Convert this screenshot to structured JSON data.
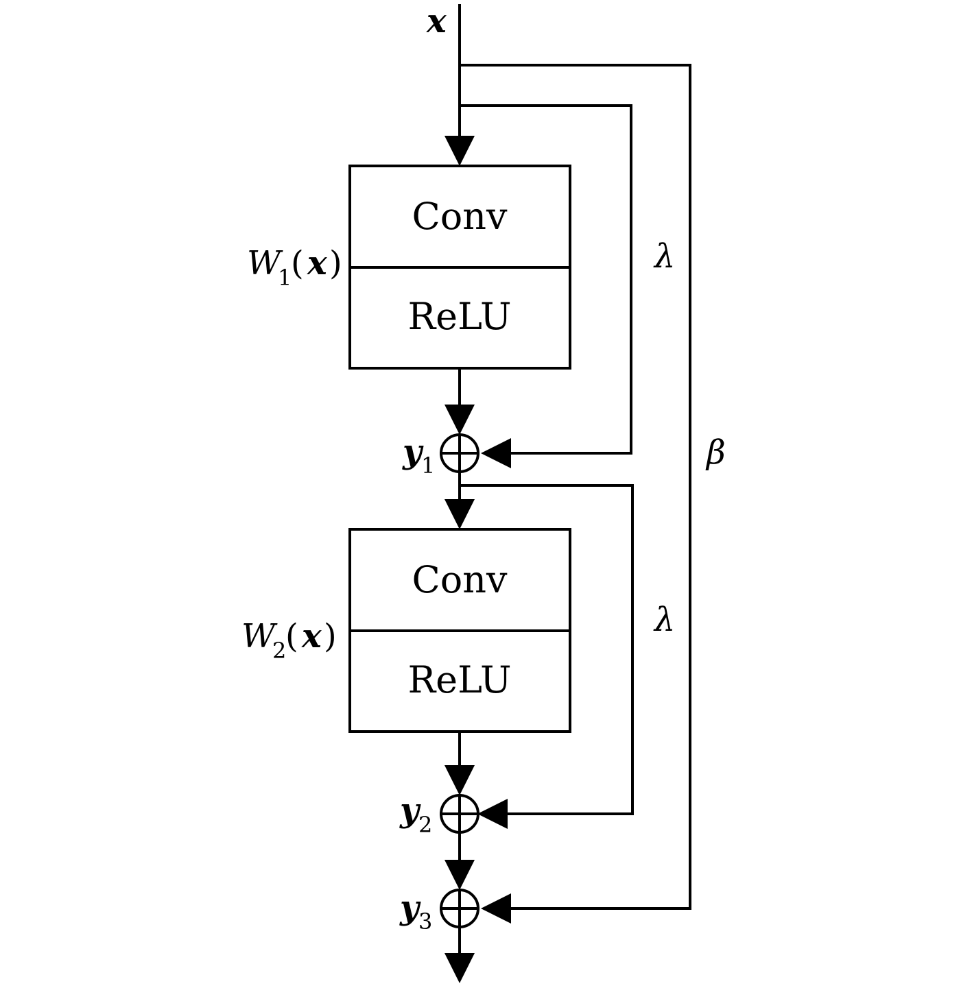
{
  "input": {
    "symbol": "x"
  },
  "blocks": [
    {
      "top_label": "Conv",
      "bottom_label": "ReLU",
      "fn_name": "W",
      "fn_sub": "1",
      "fn_arg": "x"
    },
    {
      "top_label": "Conv",
      "bottom_label": "ReLU",
      "fn_name": "W",
      "fn_sub": "2",
      "fn_arg": "x"
    }
  ],
  "sums": [
    {
      "name": "y",
      "sub": "1"
    },
    {
      "name": "y",
      "sub": "2"
    },
    {
      "name": "y",
      "sub": "3"
    }
  ],
  "skip_weights": {
    "inner_1": "λ",
    "inner_2": "λ",
    "outer": "β"
  },
  "colors": {
    "stroke": "#000000",
    "background": "#ffffff"
  }
}
